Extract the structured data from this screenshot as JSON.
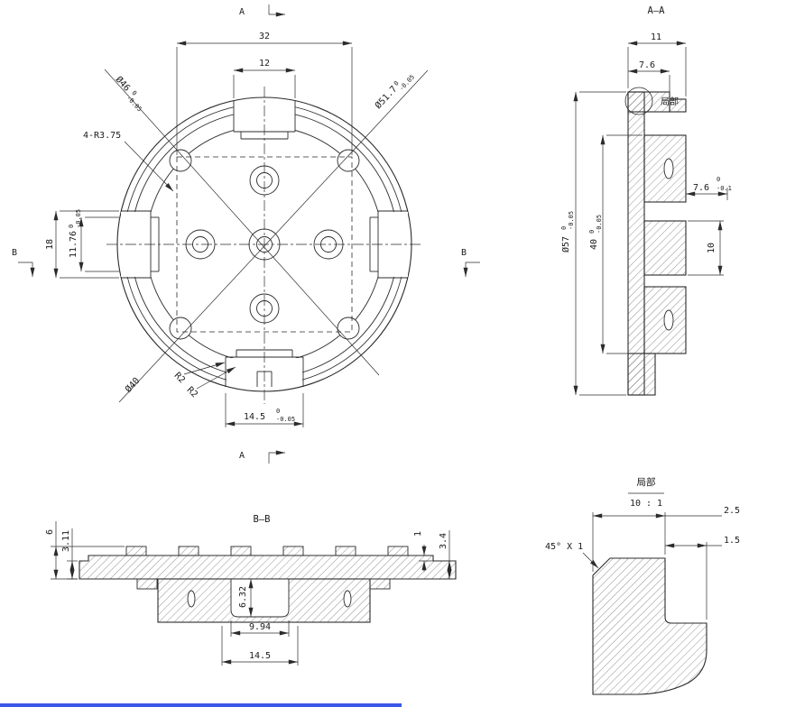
{
  "drawing": {
    "bg_color": "#ffffff",
    "line_color": "#2b2b2b",
    "accent_bar_color": "#3a57e8",
    "front": {
      "marker_top": "A",
      "marker_bottom": "A",
      "marker_left": "B",
      "marker_right": "B",
      "dim_32": "32",
      "dim_12": "12",
      "dia46": "Ø46",
      "dia46_tol_hi": "0",
      "dia46_tol_lo": "-0.05",
      "dia517": "Ø51.7",
      "dia517_tol_hi": "0",
      "dia517_tol_lo": "-0.05",
      "fillet_note": "4-R3.75",
      "dim_18": "18",
      "dim_1176": "11.76",
      "dim_1176_tol_hi": "0",
      "dim_1176_tol_lo": "-0.05",
      "dia40": "Ø40",
      "r2_first": "R2",
      "r2_second": "R2",
      "dim_145": "14.5",
      "dim_145_tol_hi": "0",
      "dim_145_tol_lo": "-0.05"
    },
    "section_aa": {
      "title": "A—A",
      "dim_11": "11",
      "dim_76_top": "7.6",
      "detail_label": "局部",
      "dia57": "Ø57",
      "dia57_tol_hi": "0",
      "dia57_tol_lo": "-0.05",
      "dim_40": "40",
      "dim_40_tol_hi": "0",
      "dim_40_tol_lo": "-0.05",
      "dim_76_right": "7.6",
      "dim_76_right_tol_hi": "0",
      "dim_76_right_tol_lo": "-0.1",
      "dim_10": "10"
    },
    "section_bb": {
      "title": "B—B",
      "dim_6": "6",
      "dim_311": "3.11",
      "dim_1": "1",
      "dim_34": "3.4",
      "dim_632": "6.32",
      "dim_994": "9.94",
      "dim_145": "14.5"
    },
    "detail": {
      "title": "局部",
      "scale": "10 : 1",
      "dim_25": "2.5",
      "dim_15": "1.5",
      "chamfer_note": "45° X 1"
    }
  }
}
